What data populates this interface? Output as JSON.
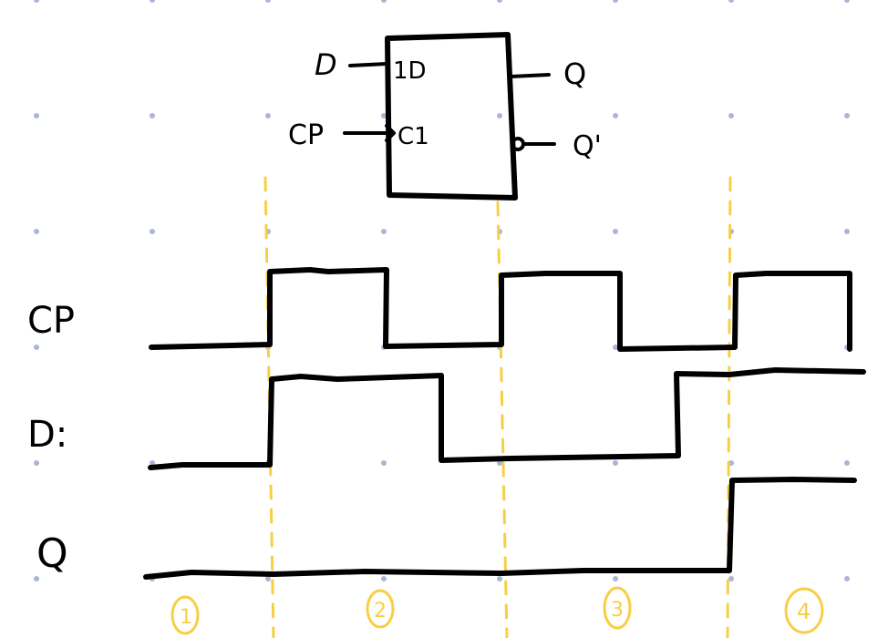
{
  "diagram": {
    "type": "d-flip-flop-timing",
    "block": {
      "inputs": [
        {
          "pin": "D",
          "port": "1D"
        },
        {
          "pin": "CP",
          "port": "C1"
        }
      ],
      "outputs": [
        {
          "pin": "Q"
        },
        {
          "pin": "Q'"
        }
      ]
    },
    "signals": {
      "cp": {
        "label": "CP"
      },
      "d": {
        "label": "D:"
      },
      "q": {
        "label": "Q"
      }
    },
    "intervals": [
      "1",
      "2",
      "3",
      "4"
    ],
    "colors": {
      "ink": "#000000",
      "guide": "#f7cf45",
      "grid_dot": "#a9b6d6"
    }
  }
}
